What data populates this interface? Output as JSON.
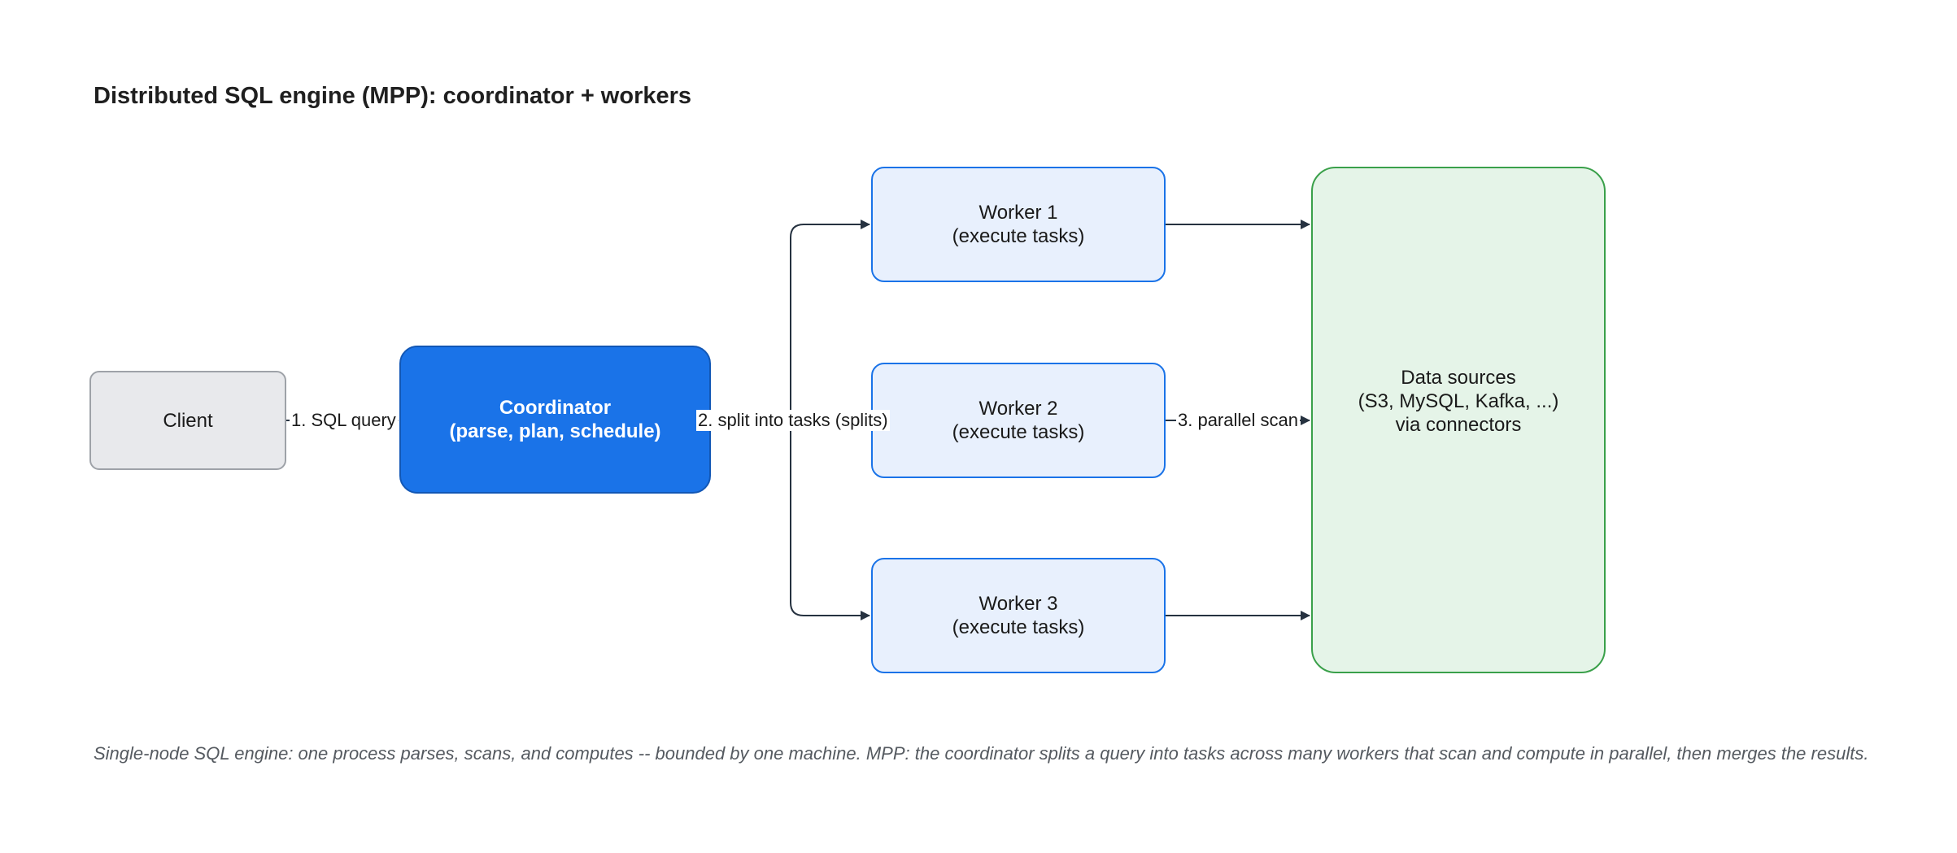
{
  "title": "Distributed SQL engine (MPP): coordinator + workers",
  "nodes": {
    "client": {
      "line1": "Client"
    },
    "coordinator": {
      "line1": "Coordinator",
      "line2": "(parse, plan, schedule)"
    },
    "worker1": {
      "line1": "Worker 1",
      "line2": "(execute tasks)"
    },
    "worker2": {
      "line1": "Worker 2",
      "line2": "(execute tasks)"
    },
    "worker3": {
      "line1": "Worker 3",
      "line2": "(execute tasks)"
    },
    "data_sources": {
      "line1": "Data sources",
      "line2": "(S3, MySQL, Kafka, ...)",
      "line3": "via connectors"
    }
  },
  "edges": {
    "client_to_coordinator": "1. SQL query",
    "coordinator_to_workers": "2. split into tasks (splits)",
    "workers_to_sources": "3. parallel scan"
  },
  "footnote": "Single-node SQL engine: one process parses, scans, and computes -- bounded by one machine. MPP: the coordinator splits a query into tasks across many workers that scan and compute in parallel, then merges the results.",
  "colors": {
    "coordinator_fill": "#1a73e8",
    "worker_fill": "#e8f0fd",
    "worker_border": "#1a73e8",
    "client_fill": "#e8e9ec",
    "data_sources_fill": "#e5f4e8",
    "data_sources_border": "#3aa04a",
    "edge": "#263240"
  }
}
